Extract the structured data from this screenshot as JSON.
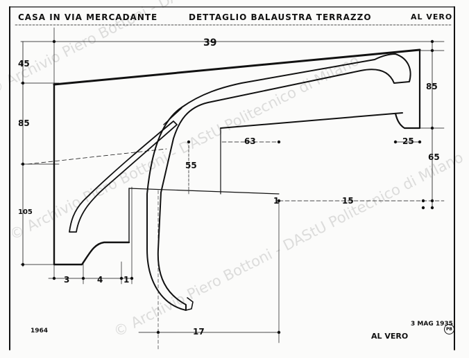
{
  "header": {
    "left_title": "CASA IN VIA MERCADANTE",
    "center_title": "DETTAGLIO BALAUSTRA TERRAZZO",
    "scale_top": "AL VERO"
  },
  "dimensions": {
    "top_width": "39",
    "left_45": "45",
    "left_85": "85",
    "left_105": "105",
    "right_85": "85",
    "right_65": "65",
    "mid_63": "63",
    "mid_55": "55",
    "right_25": "25",
    "right_15": "15",
    "right_1": "1",
    "bottom_3": "3",
    "bottom_4": "4",
    "bottom_1": "1",
    "bottom_17": "17"
  },
  "footer": {
    "number": "1964",
    "date": "3 MAG 1935",
    "scale_bottom": "AL VERO",
    "stamp": "PB"
  },
  "watermark": "© Archivio Piero Bottoni - DAStU Politecnico di Milano"
}
